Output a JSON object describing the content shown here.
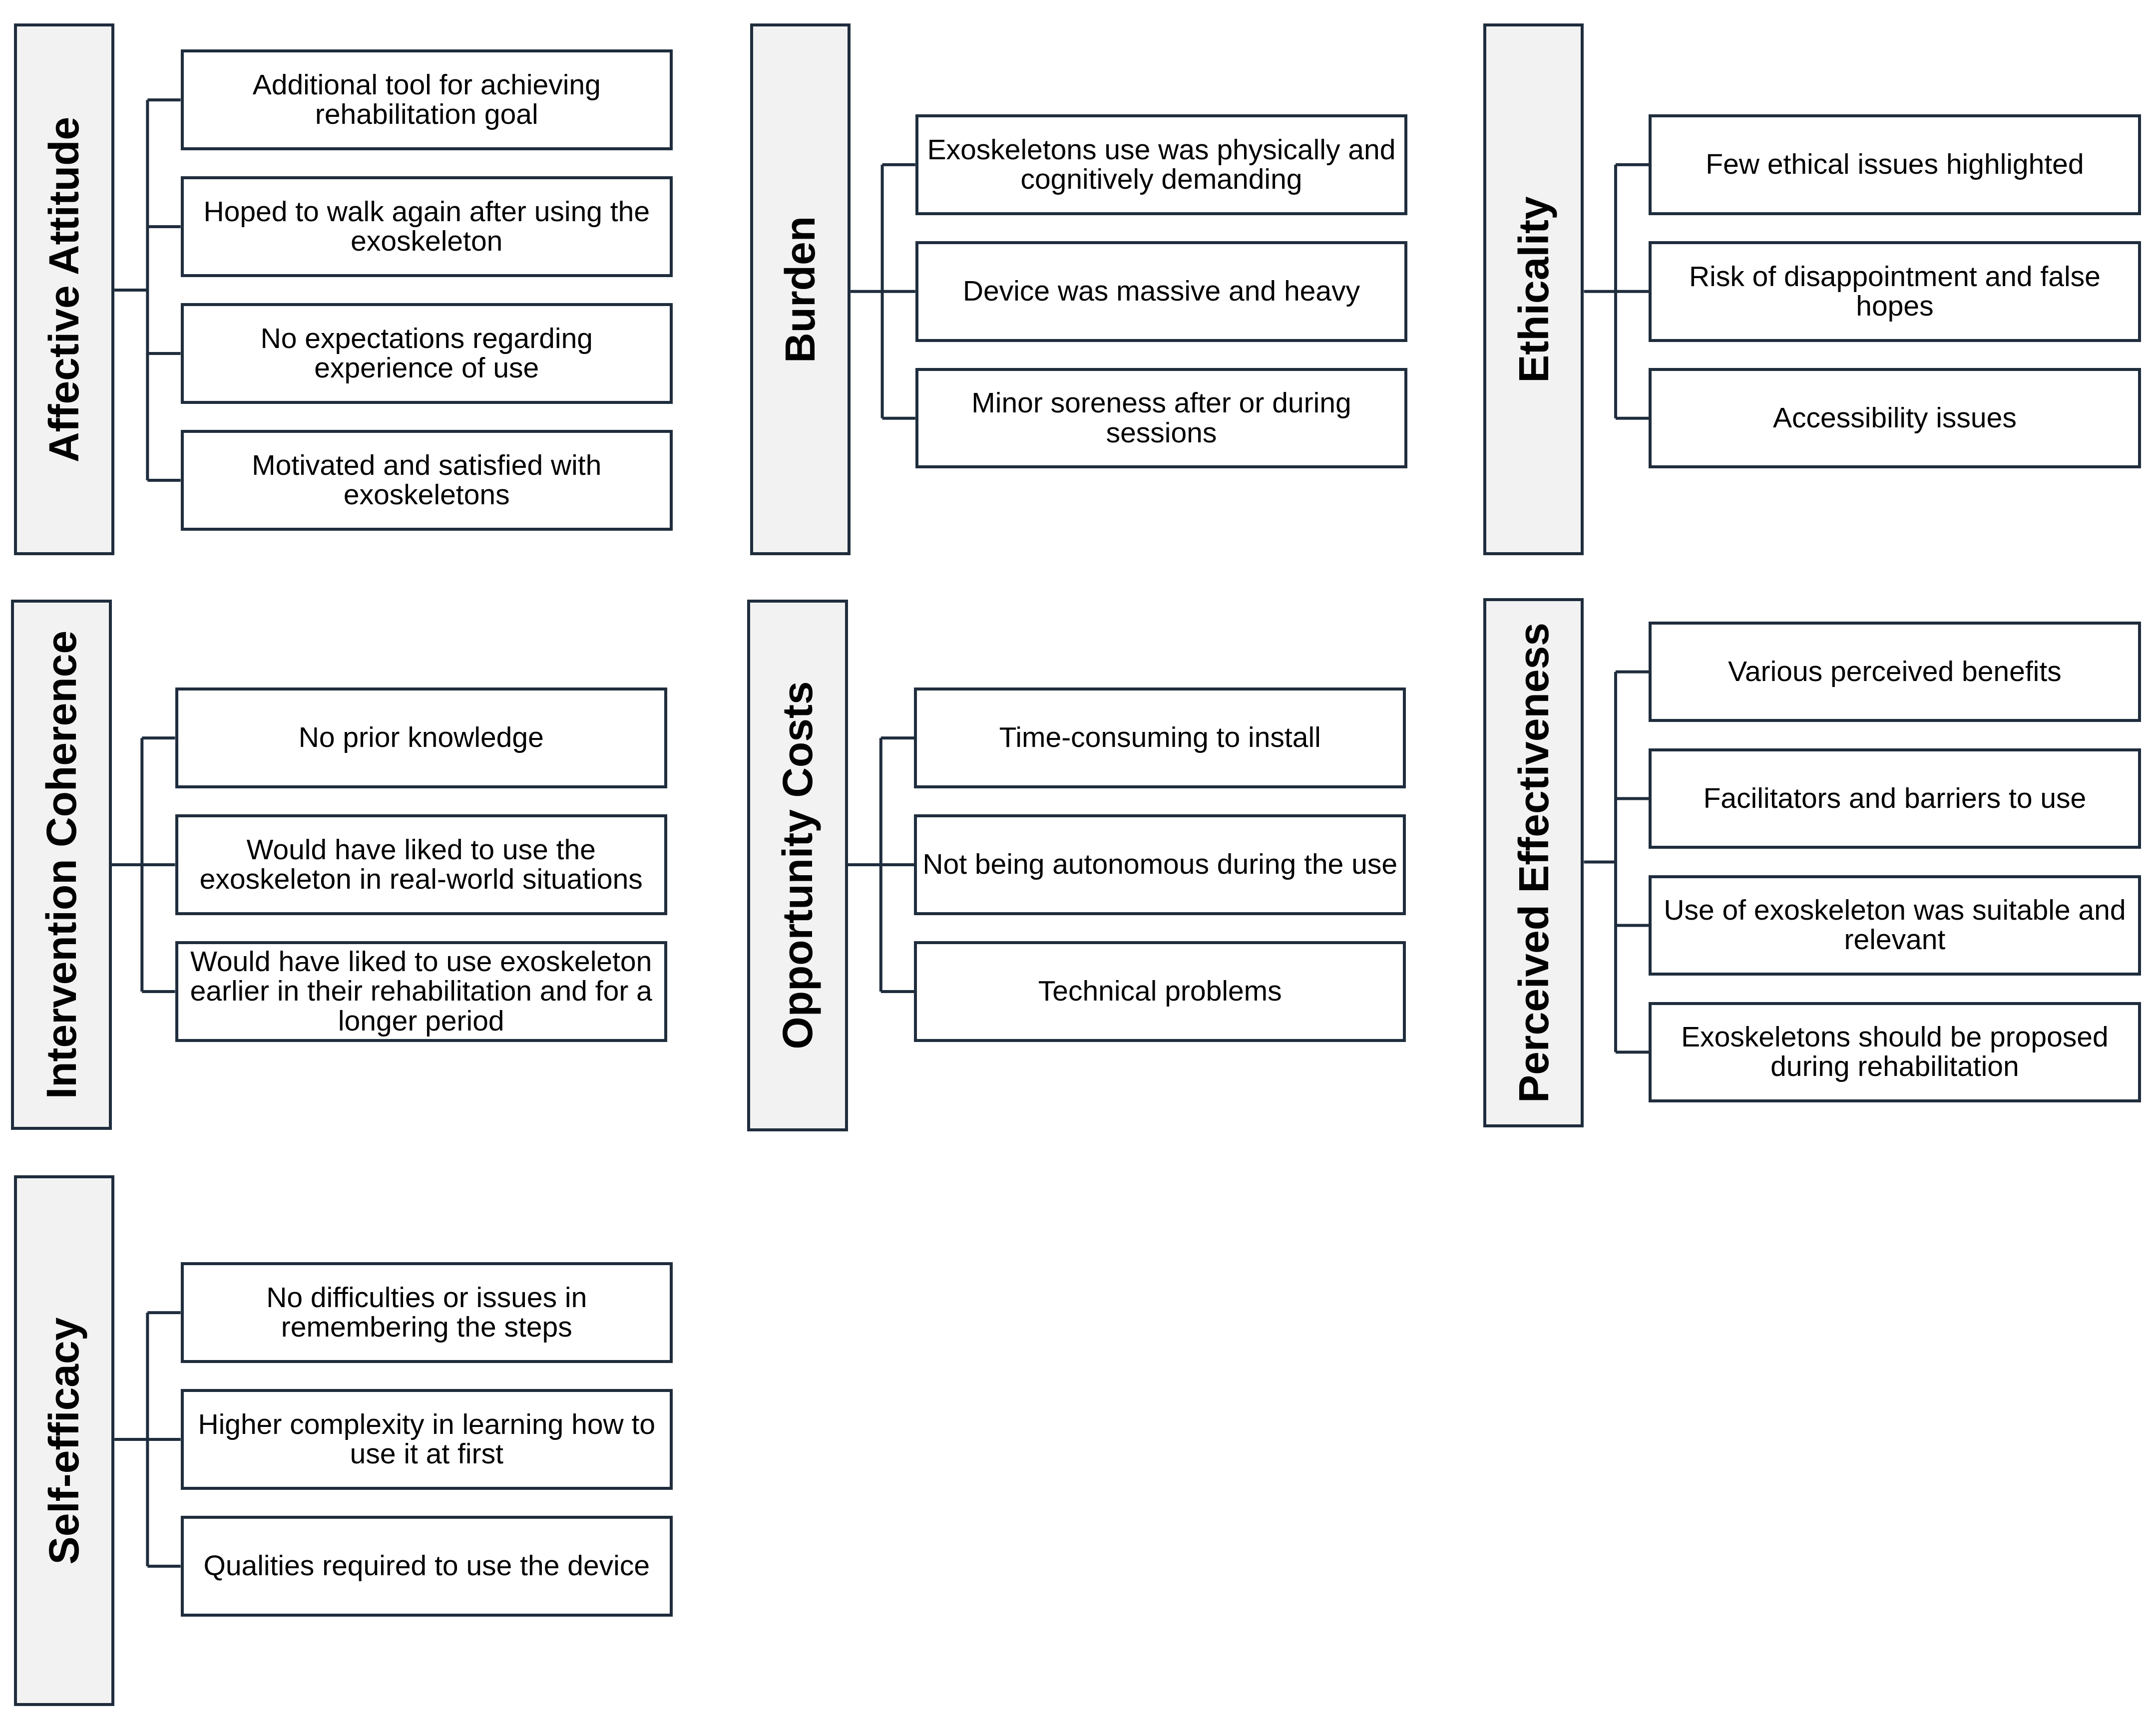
{
  "themes": [
    {
      "label": "Affective Attitude",
      "items": [
        "Additional tool for achieving rehabilitation goal",
        "Hoped to walk again after using the exoskeleton",
        "No expectations regarding experience of use",
        "Motivated and satisfied with exoskeletons"
      ]
    },
    {
      "label": "Burden",
      "items": [
        "Exoskeletons use was physically and cognitively demanding",
        "Device was massive and heavy",
        "Minor soreness after or during sessions"
      ]
    },
    {
      "label": "Ethicality",
      "items": [
        "Few ethical issues highlighted",
        "Risk of disappointment and false hopes",
        "Accessibility issues"
      ]
    },
    {
      "label": "Intervention Coherence",
      "items": [
        "No prior knowledge",
        "Would have liked to use the exoskeleton in real-world situations",
        "Would have liked to use exoskeleton earlier in their rehabilitation and for a longer period"
      ]
    },
    {
      "label": "Opportunity Costs",
      "items": [
        "Time-consuming to install",
        "Not being autonomous during the use",
        "Technical problems"
      ]
    },
    {
      "label": "Perceived Effectiveness",
      "items": [
        "Various perceived benefits",
        "Facilitators and barriers to use",
        "Use of exoskeleton was suitable and relevant",
        "Exoskeletons should be proposed during rehabilitation"
      ]
    },
    {
      "label": "Self-efficacy",
      "items": [
        "No difficulties or issues in remembering the steps",
        "Higher complexity in learning how to use it at first",
        "Qualities required to use the device"
      ]
    }
  ],
  "colors": {
    "border": "#1f2d3d",
    "theme_fill": "#f2f2f2",
    "item_fill": "#ffffff",
    "text": "#000000"
  }
}
